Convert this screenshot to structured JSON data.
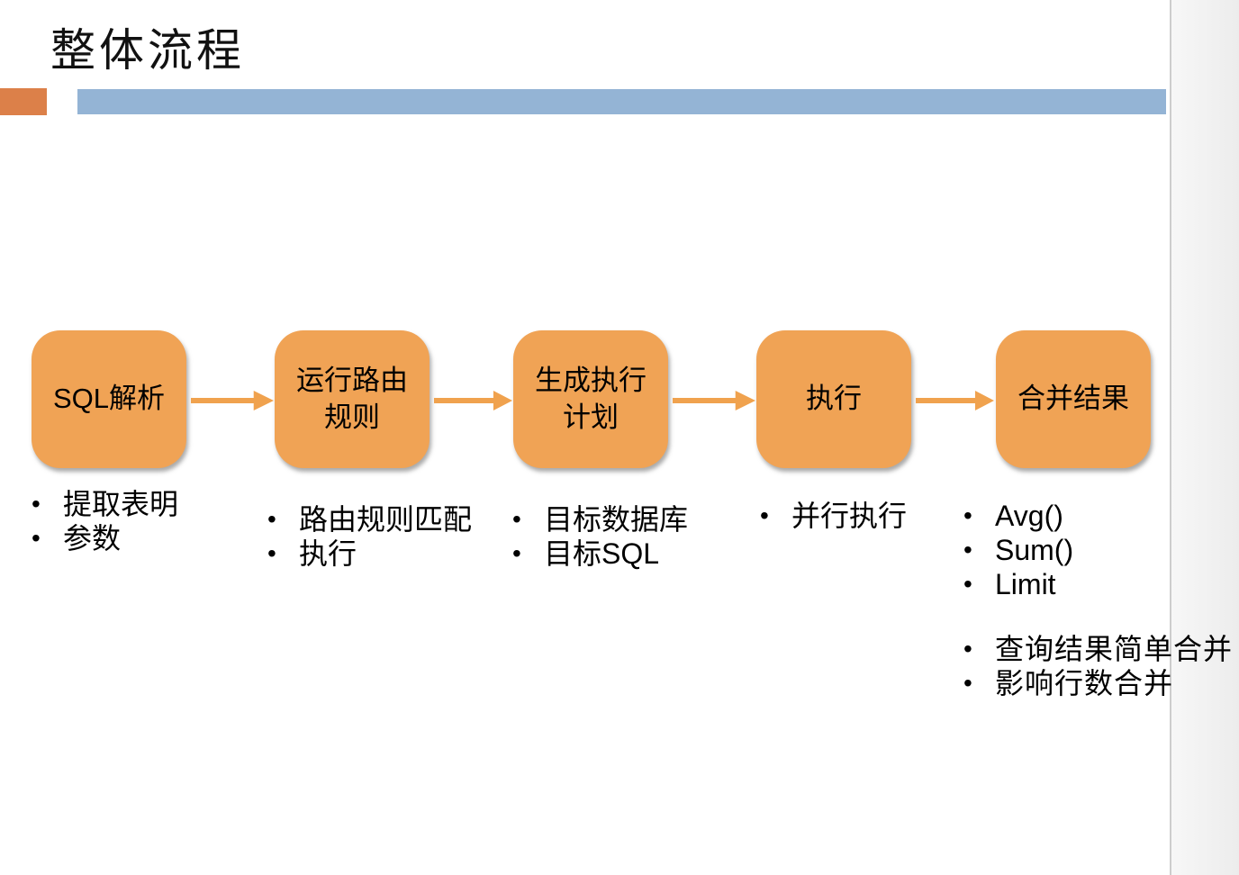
{
  "slide": {
    "title": "整体流程"
  },
  "theme": {
    "accent_orange": "#DC8049",
    "accent_blue": "#94B4D5",
    "box_fill": "#F0A355",
    "arrow": "#F0A24E",
    "side_strip_edge": "#CDCDCD",
    "text": "#000000"
  },
  "flow": {
    "steps": [
      {
        "label": "SQL解析",
        "bullets": [
          "提取表明",
          "参数"
        ]
      },
      {
        "label": "运行路由\n规则",
        "bullets": [
          "路由规则匹配",
          "执行"
        ]
      },
      {
        "label": "生成执行\n计划",
        "bullets": [
          "目标数据库",
          "目标SQL"
        ]
      },
      {
        "label": "执行",
        "bullets": [
          "并行执行"
        ]
      },
      {
        "label": "合并结果",
        "bullets": [
          "Avg()",
          "Sum()",
          "Limit"
        ],
        "bullets2": [
          "查询结果简单合并",
          "影响行数合并"
        ]
      }
    ]
  }
}
